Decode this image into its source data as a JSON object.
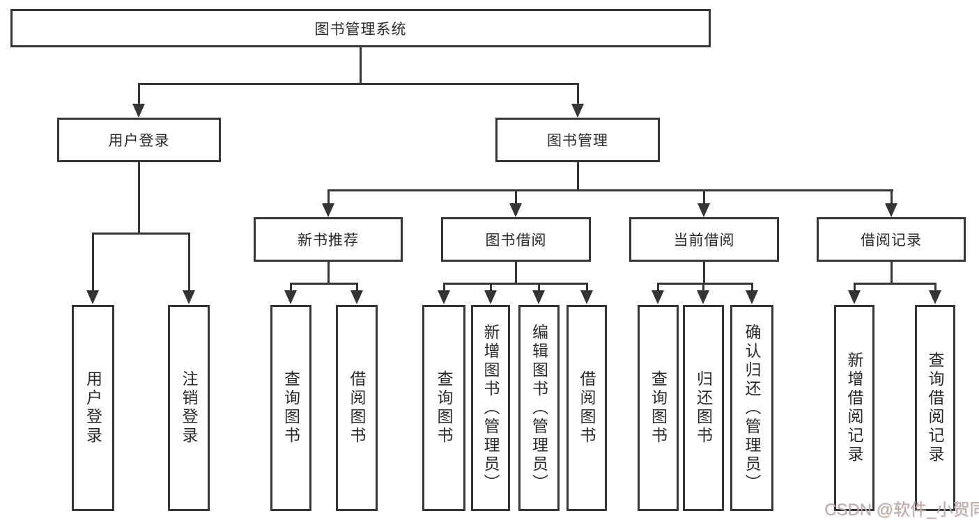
{
  "diagram_type": "hierarchy-tree",
  "tree": {
    "label": "图书管理系统",
    "children": [
      {
        "label": "用户登录",
        "children": [
          {
            "label": "用户登录"
          },
          {
            "label": "注销登录"
          }
        ]
      },
      {
        "label": "图书管理",
        "children": [
          {
            "label": "新书推荐",
            "children": [
              {
                "label": "查询图书"
              },
              {
                "label": "借阅图书"
              }
            ]
          },
          {
            "label": "图书借阅",
            "children": [
              {
                "label": "查询图书"
              },
              {
                "label": "新增图书（管理员）"
              },
              {
                "label": "编辑图书（管理员）"
              },
              {
                "label": "借阅图书"
              }
            ]
          },
          {
            "label": "当前借阅",
            "children": [
              {
                "label": "查询图书"
              },
              {
                "label": "归还图书"
              },
              {
                "label": "确认归还（管理员）"
              }
            ]
          },
          {
            "label": "借阅记录",
            "children": [
              {
                "label": "新增借阅记录"
              },
              {
                "label": "查询借阅记录"
              }
            ]
          }
        ]
      }
    ]
  },
  "watermark": {
    "text": "CSDN @软件_小贺同学",
    "color": "#b5b0b0"
  },
  "colors": {
    "line": "#353535",
    "box_border": "#353535",
    "text": "#2a2a2a",
    "background": "#ffffff"
  }
}
